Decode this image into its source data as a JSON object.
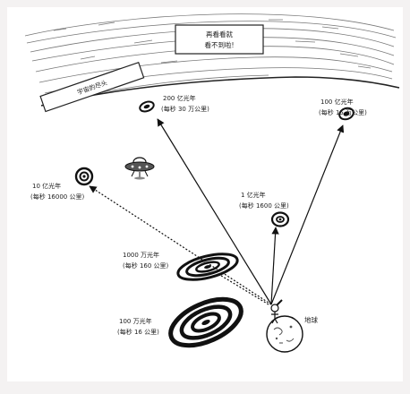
{
  "sign_box": {
    "line1": "再看看就",
    "line2": "看不到啦!"
  },
  "edge_label": "宇宙的尽头",
  "earth_label": "地球",
  "galaxies": [
    {
      "name": "10 亿光年",
      "speed": "(每秒 16000 公里)"
    },
    {
      "name": "200 亿光年",
      "speed": "(每秒 30 万公里)"
    },
    {
      "name": "100 亿光年",
      "speed": "(每秒 15 万公里)"
    },
    {
      "name": "1 亿光年",
      "speed": "(每秒 1600 公里)"
    },
    {
      "name": "1000 万光年",
      "speed": "(每秒 160 公里)"
    },
    {
      "name": "100 万光年",
      "speed": "(每秒 16 公里)"
    }
  ]
}
